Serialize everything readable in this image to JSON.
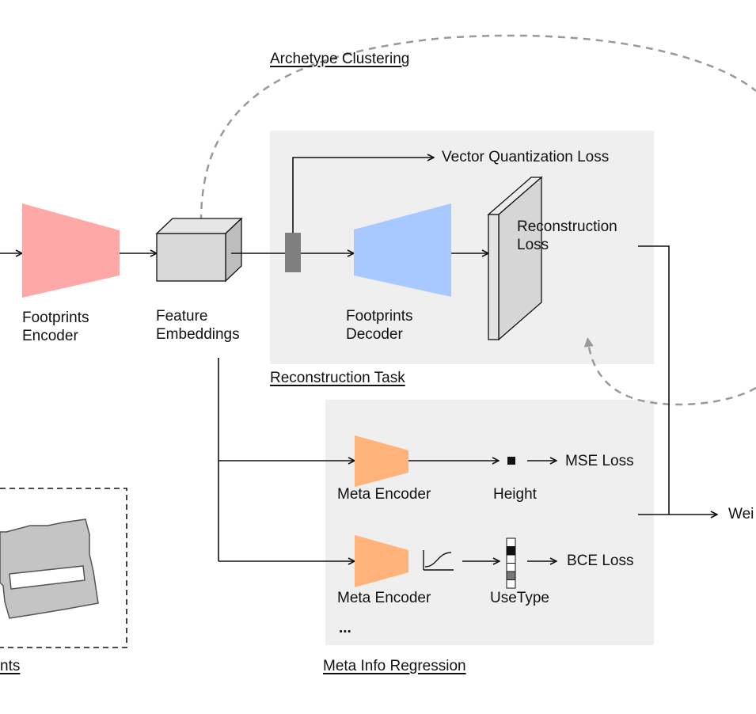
{
  "labels": {
    "archetype_clustering": "Archetype Clustering",
    "vq_loss": "Vector Quantization Loss",
    "reconstruction_loss_line1": "Reconstruction",
    "reconstruction_loss_line2": "Loss",
    "footprints_encoder_line1": "Footprints",
    "footprints_encoder_line2": "Encoder",
    "feature_embeddings_line1": "Feature",
    "feature_embeddings_line2": "Embeddings",
    "footprints_decoder_line1": "Footprints",
    "footprints_decoder_line2": "Decoder",
    "reconstruction_task": "Reconstruction Task",
    "meta_encoder_1": "Meta Encoder",
    "height": "Height",
    "mse_loss": "MSE Loss",
    "meta_encoder_2": "Meta Encoder",
    "usetype": "UseType",
    "bce_loss": "BCE Loss",
    "ellipsis": "...",
    "weighted_sum_partial": "Wei",
    "footprints_partial": "nts",
    "meta_info_regression": "Meta Info Regression"
  },
  "colors": {
    "encoder": "#ffa8a8",
    "decoder": "#a8c9ff",
    "meta_encoder": "#ffb27a",
    "panel": "#efefef",
    "cube": "#d9d9d9",
    "quantizer": "#7f7f7f",
    "dashed": "#999999",
    "footprint": "#c4c4c4"
  }
}
